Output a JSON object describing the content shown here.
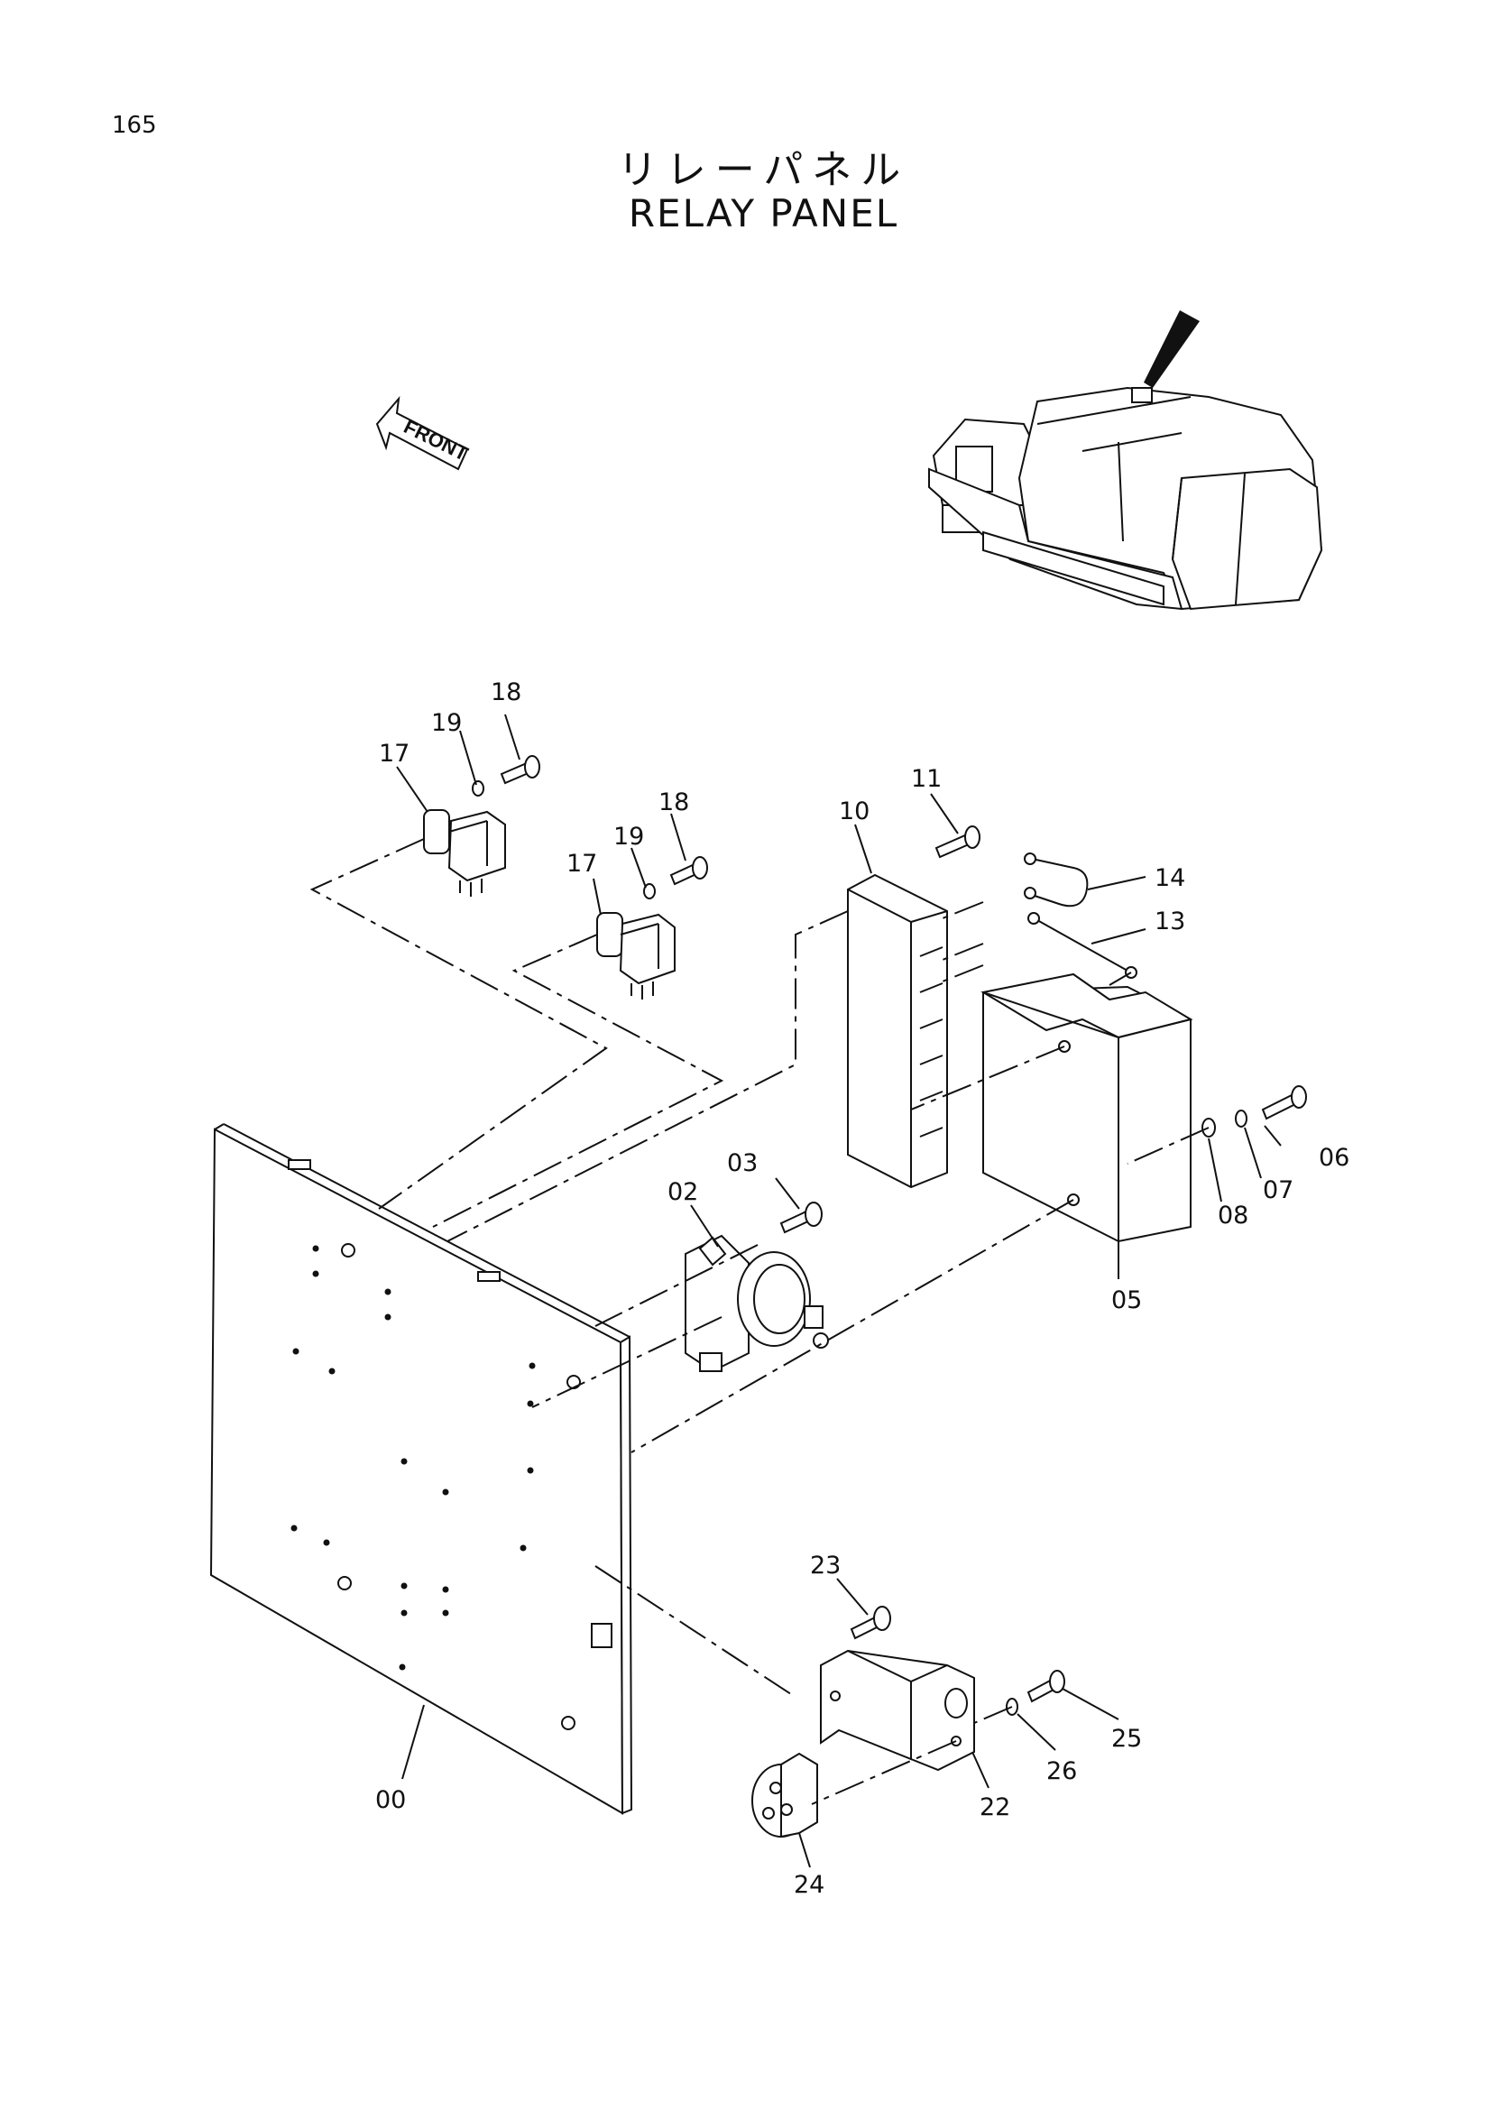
{
  "page_number": "165",
  "title_jp": "リレーパネル",
  "title_en": "RELAY PANEL",
  "front_label": "FRONT",
  "parts": [
    {
      "id": "00",
      "label": "00"
    },
    {
      "id": "02",
      "label": "02"
    },
    {
      "id": "03",
      "label": "03"
    },
    {
      "id": "05",
      "label": "05"
    },
    {
      "id": "06",
      "label": "06"
    },
    {
      "id": "07",
      "label": "07"
    },
    {
      "id": "08",
      "label": "08"
    },
    {
      "id": "10",
      "label": "10"
    },
    {
      "id": "11",
      "label": "11"
    },
    {
      "id": "13",
      "label": "13"
    },
    {
      "id": "14",
      "label": "14"
    },
    {
      "id": "17a",
      "label": "17"
    },
    {
      "id": "17b",
      "label": "17"
    },
    {
      "id": "18a",
      "label": "18"
    },
    {
      "id": "18b",
      "label": "18"
    },
    {
      "id": "19a",
      "label": "19"
    },
    {
      "id": "19b",
      "label": "19"
    },
    {
      "id": "22",
      "label": "22"
    },
    {
      "id": "23",
      "label": "23"
    },
    {
      "id": "24",
      "label": "24"
    },
    {
      "id": "25",
      "label": "25"
    },
    {
      "id": "26",
      "label": "26"
    }
  ]
}
